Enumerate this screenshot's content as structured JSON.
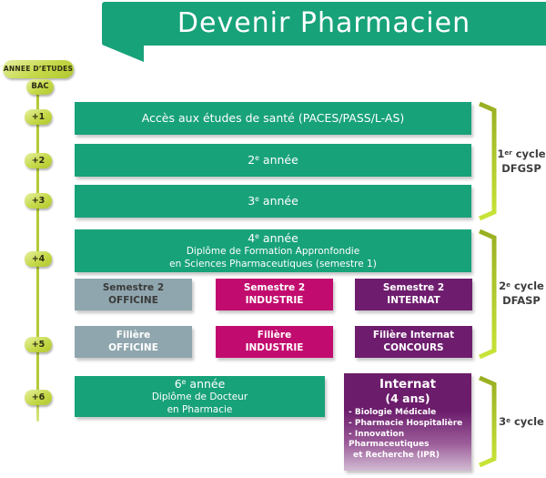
{
  "title": "Devenir Pharmacien",
  "colors": {
    "green": "#18a27a",
    "lime": "#b4c937",
    "gray": "#8fa6ae",
    "magenta": "#c20b6e",
    "purple": "#6e1d6e",
    "purple_gradient_bottom": "#d2bcd3",
    "text_dark": "#3d3d3d",
    "white": "#ffffff"
  },
  "timeline": {
    "axis_label": "ANNEE D’ETUDES",
    "origin": "BAC",
    "years": [
      "+1",
      "+2",
      "+3",
      "+4",
      "+5",
      "+6"
    ]
  },
  "stages": {
    "access": "Accès aux études de santé (PACES/PASS/L-AS)",
    "year2": {
      "num": "2",
      "ord": "e",
      "rest": " année"
    },
    "year3": {
      "num": "3",
      "ord": "e",
      "rest": " année"
    },
    "year4": {
      "num": "4",
      "ord": "e",
      "rest": " année",
      "line2": "Diplôme de Formation Appronfondie",
      "line3": "en Sciences Pharmaceutiques (semestre 1)"
    },
    "semester2": [
      {
        "line1": "Semestre 2",
        "line2": "OFFICINE",
        "variant": "gray"
      },
      {
        "line1": "Semestre 2",
        "line2": "INDUSTRIE",
        "variant": "magenta"
      },
      {
        "line1": "Semestre 2",
        "line2": "INTERNAT",
        "variant": "purple"
      }
    ],
    "filiere": [
      {
        "line1": "Filière",
        "line2": "OFFICINE",
        "variant": "gray"
      },
      {
        "line1": "Filière",
        "line2": "INDUSTRIE",
        "variant": "magenta"
      },
      {
        "line1": "Filière Internat",
        "line2": "CONCOURS",
        "variant": "purple"
      }
    ],
    "year6": {
      "num": "6",
      "ord": "e",
      "rest": " année",
      "line2": "Diplôme de Docteur",
      "line3": "en Pharmacie"
    },
    "internat": {
      "title": "Internat",
      "subtitle": "(4 ans)",
      "items": [
        "- Biologie Médicale",
        "- Pharmacie Hospitalière",
        "- Innovation Pharmaceutiques",
        "et Recherche (IPR)"
      ]
    }
  },
  "cycles": [
    {
      "num": "1",
      "ord": "er",
      "word": " cycle",
      "diploma": "DFGSP"
    },
    {
      "num": "2",
      "ord": "e",
      "word": " cycle",
      "diploma": "DFASP"
    },
    {
      "num": "3",
      "ord": "e",
      "word": " cycle",
      "diploma": ""
    }
  ]
}
